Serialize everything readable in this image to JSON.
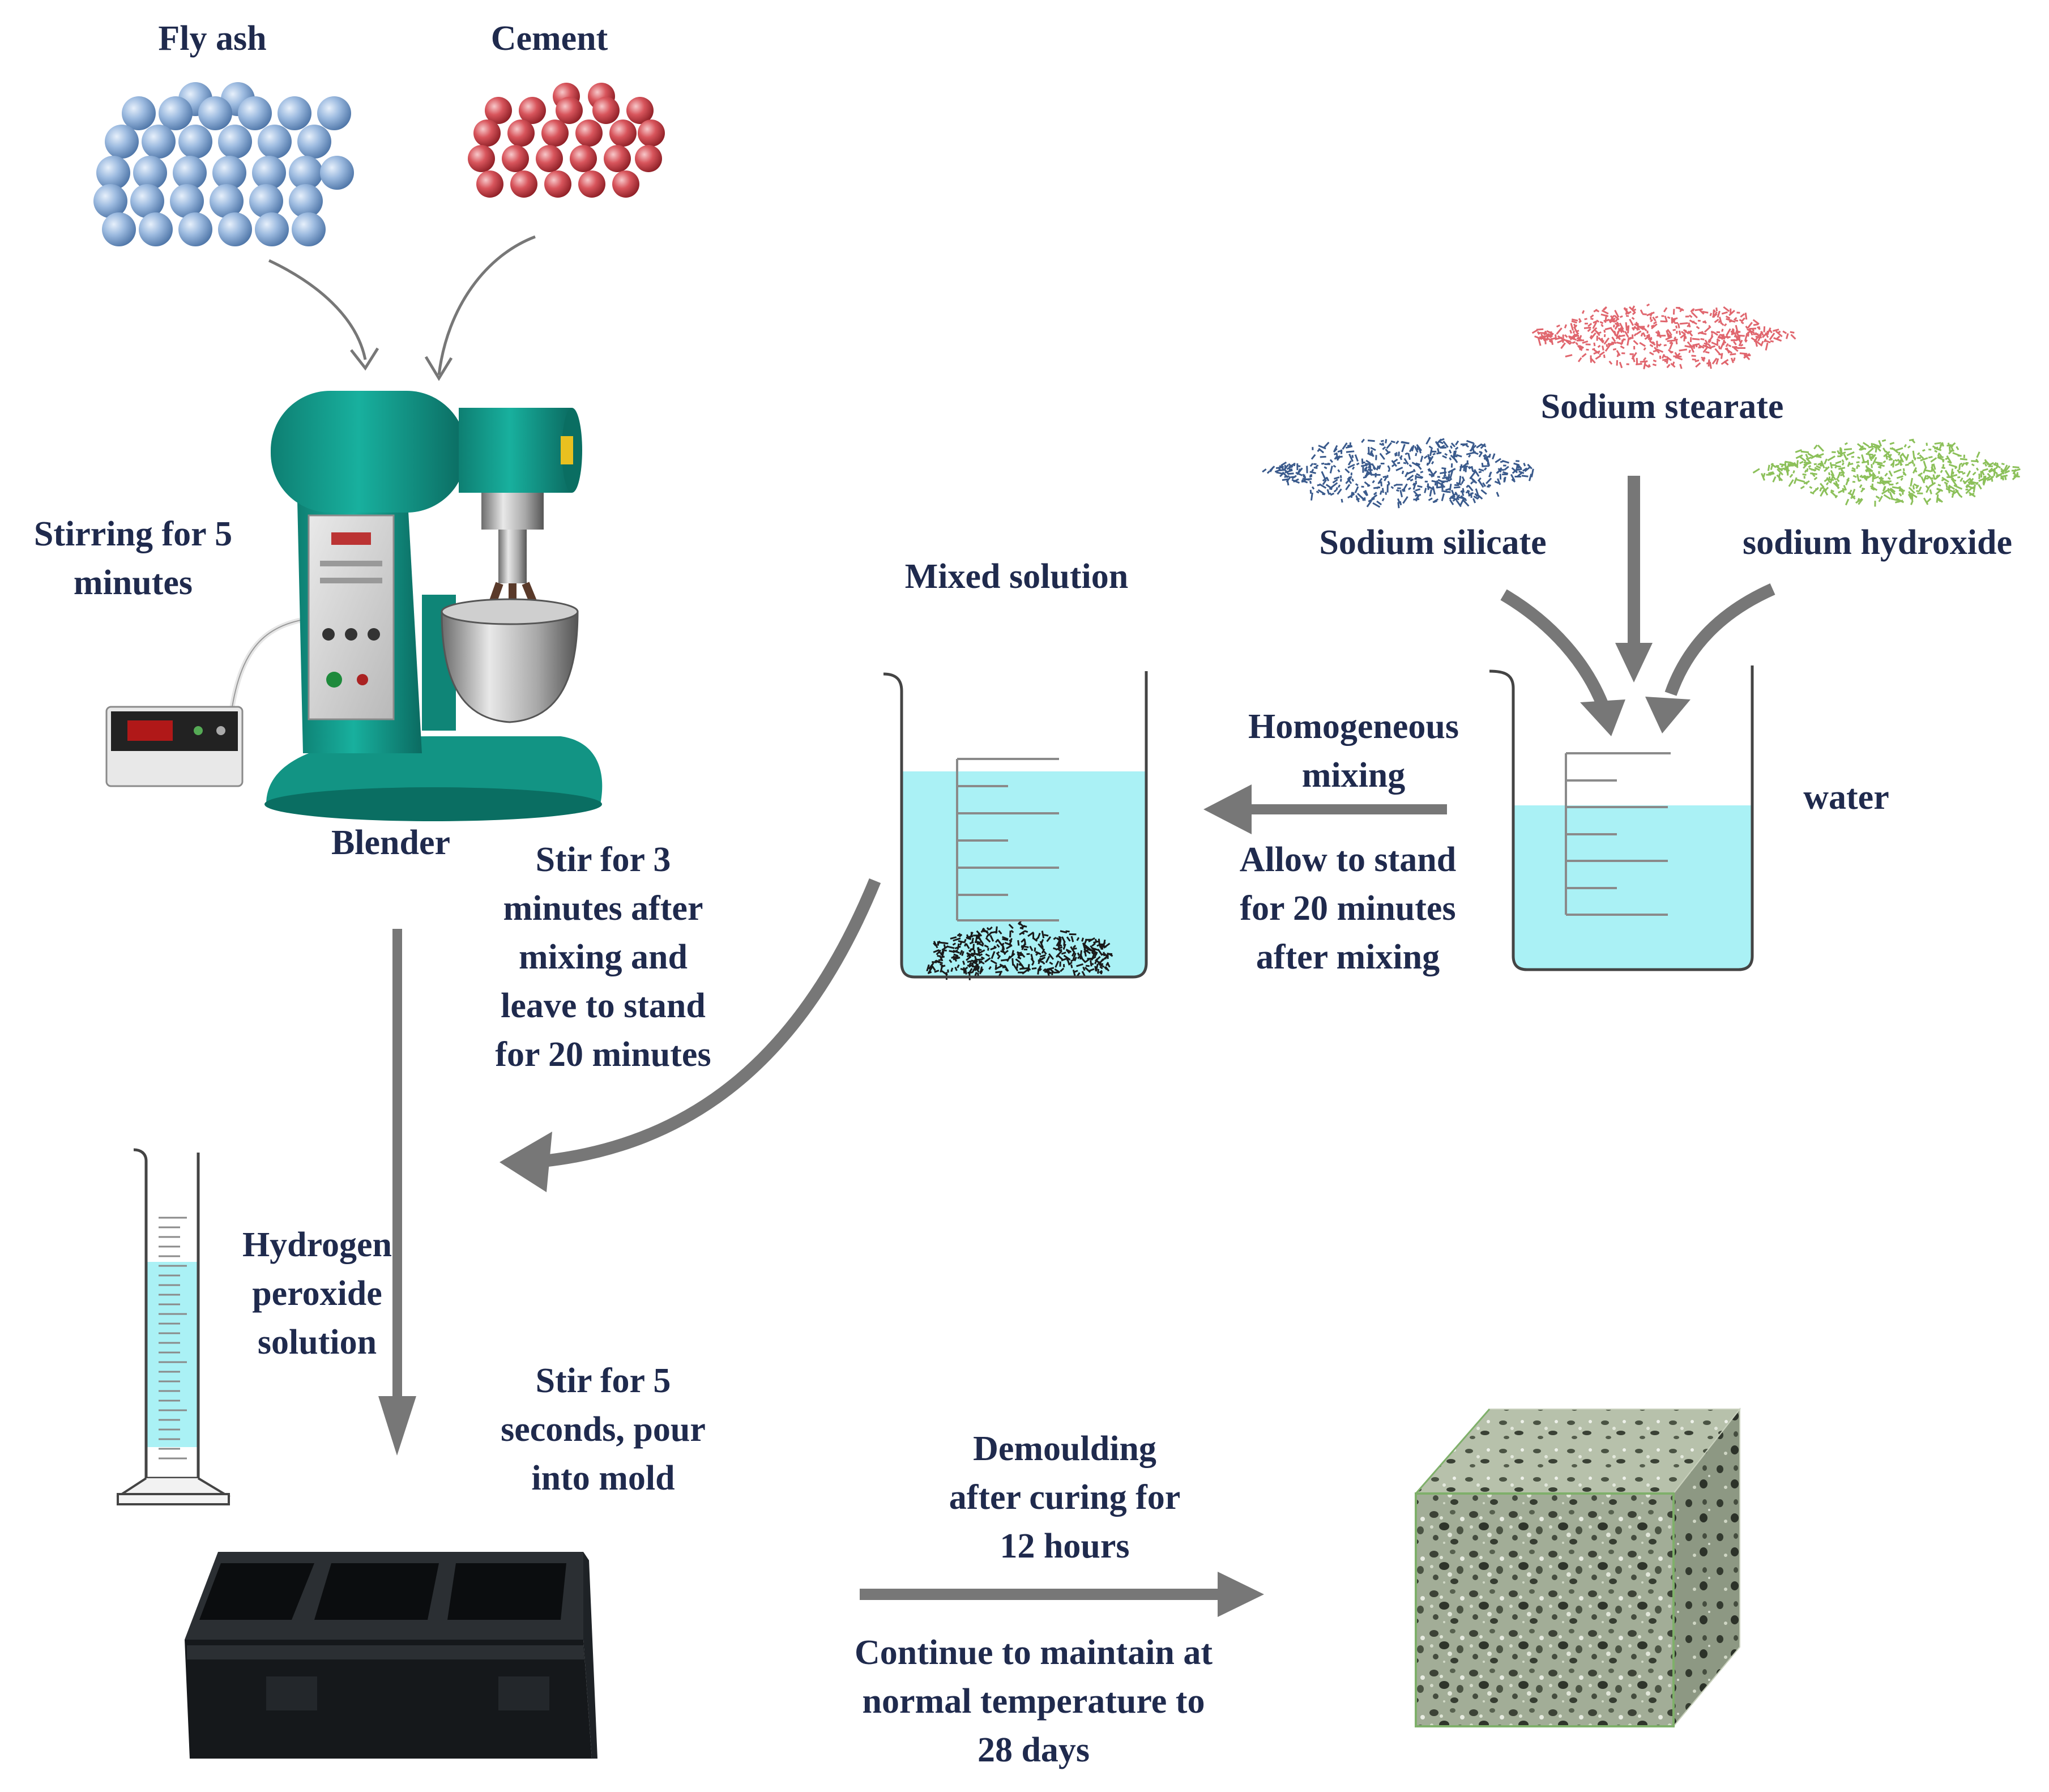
{
  "labels": {
    "fly_ash": "Fly ash",
    "cement": "Cement",
    "stirring_5min": "Stirring for 5\nminutes",
    "blender": "Blender",
    "sodium_stearate": "Sodium stearate",
    "sodium_silicate": "Sodium silicate",
    "sodium_hydroxide": "sodium hydroxide",
    "mixed_solution": "Mixed solution",
    "homogeneous_mixing": "Homogeneous\nmixing",
    "allow_stand": "Allow to stand\nfor 20 minutes\nafter mixing",
    "water": "water",
    "stir_3min": "Stir for 3\nminutes after\nmixing and\nleave to stand\nfor 20 minutes",
    "hydrogen_peroxide": "Hydrogen\nperoxide\nsolution",
    "stir_5sec": "Stir for 5\nseconds, pour\ninto mold",
    "demoulding": "Demoulding\nafter curing for\n12 hours",
    "continue_maintain": "Continue to maintain at\nnormal temperature to\n28 days"
  },
  "colors": {
    "text": "#1f2a4d",
    "fly_ash_particle": "#8fb0d6",
    "cement_particle": "#d0474e",
    "water": "#aaf1f5",
    "arrow_gray": "#777777",
    "blender_teal": "#139c8c",
    "sodium_stearate": "#e0666e",
    "sodium_silicate": "#3a5a8c",
    "sodium_hydroxide": "#8cc05a",
    "mold": "#1a1d20",
    "foam_block": "#8e9a84"
  }
}
